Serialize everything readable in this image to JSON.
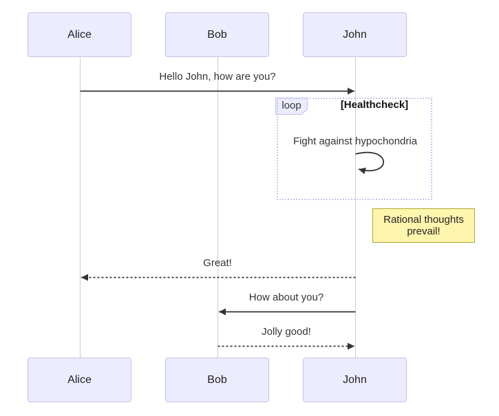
{
  "diagram": {
    "type": "sequence-diagram",
    "actors": [
      {
        "name": "Alice"
      },
      {
        "name": "Bob"
      },
      {
        "name": "John"
      }
    ],
    "messages": [
      {
        "text": "Hello John, how are you?",
        "from": "Alice",
        "to": "John",
        "line": "solid"
      },
      {
        "text": "Fight against hypochondria",
        "from": "John",
        "to": "John",
        "line": "self-loop"
      },
      {
        "text": "Great!",
        "from": "John",
        "to": "Alice",
        "line": "dashed"
      },
      {
        "text": "How about you?",
        "from": "John",
        "to": "Bob",
        "line": "solid"
      },
      {
        "text": "Jolly good!",
        "from": "Bob",
        "to": "John",
        "line": "dashed"
      }
    ],
    "loop_frame": {
      "label": "loop",
      "condition": "[Healthcheck]"
    },
    "note": {
      "text": "Rational thoughts prevail!",
      "lines": [
        "Rational thoughts",
        "prevail!"
      ]
    },
    "colors": {
      "actor_fill": "#ECECFF",
      "actor_border": "#C5C0E8",
      "note_fill": "#FFF5AD",
      "note_border": "#AAAA33",
      "message_line": "#333333",
      "lifeline": "#CCCCCC",
      "loop_border": "#C9C5EC",
      "text": "#333333"
    }
  }
}
